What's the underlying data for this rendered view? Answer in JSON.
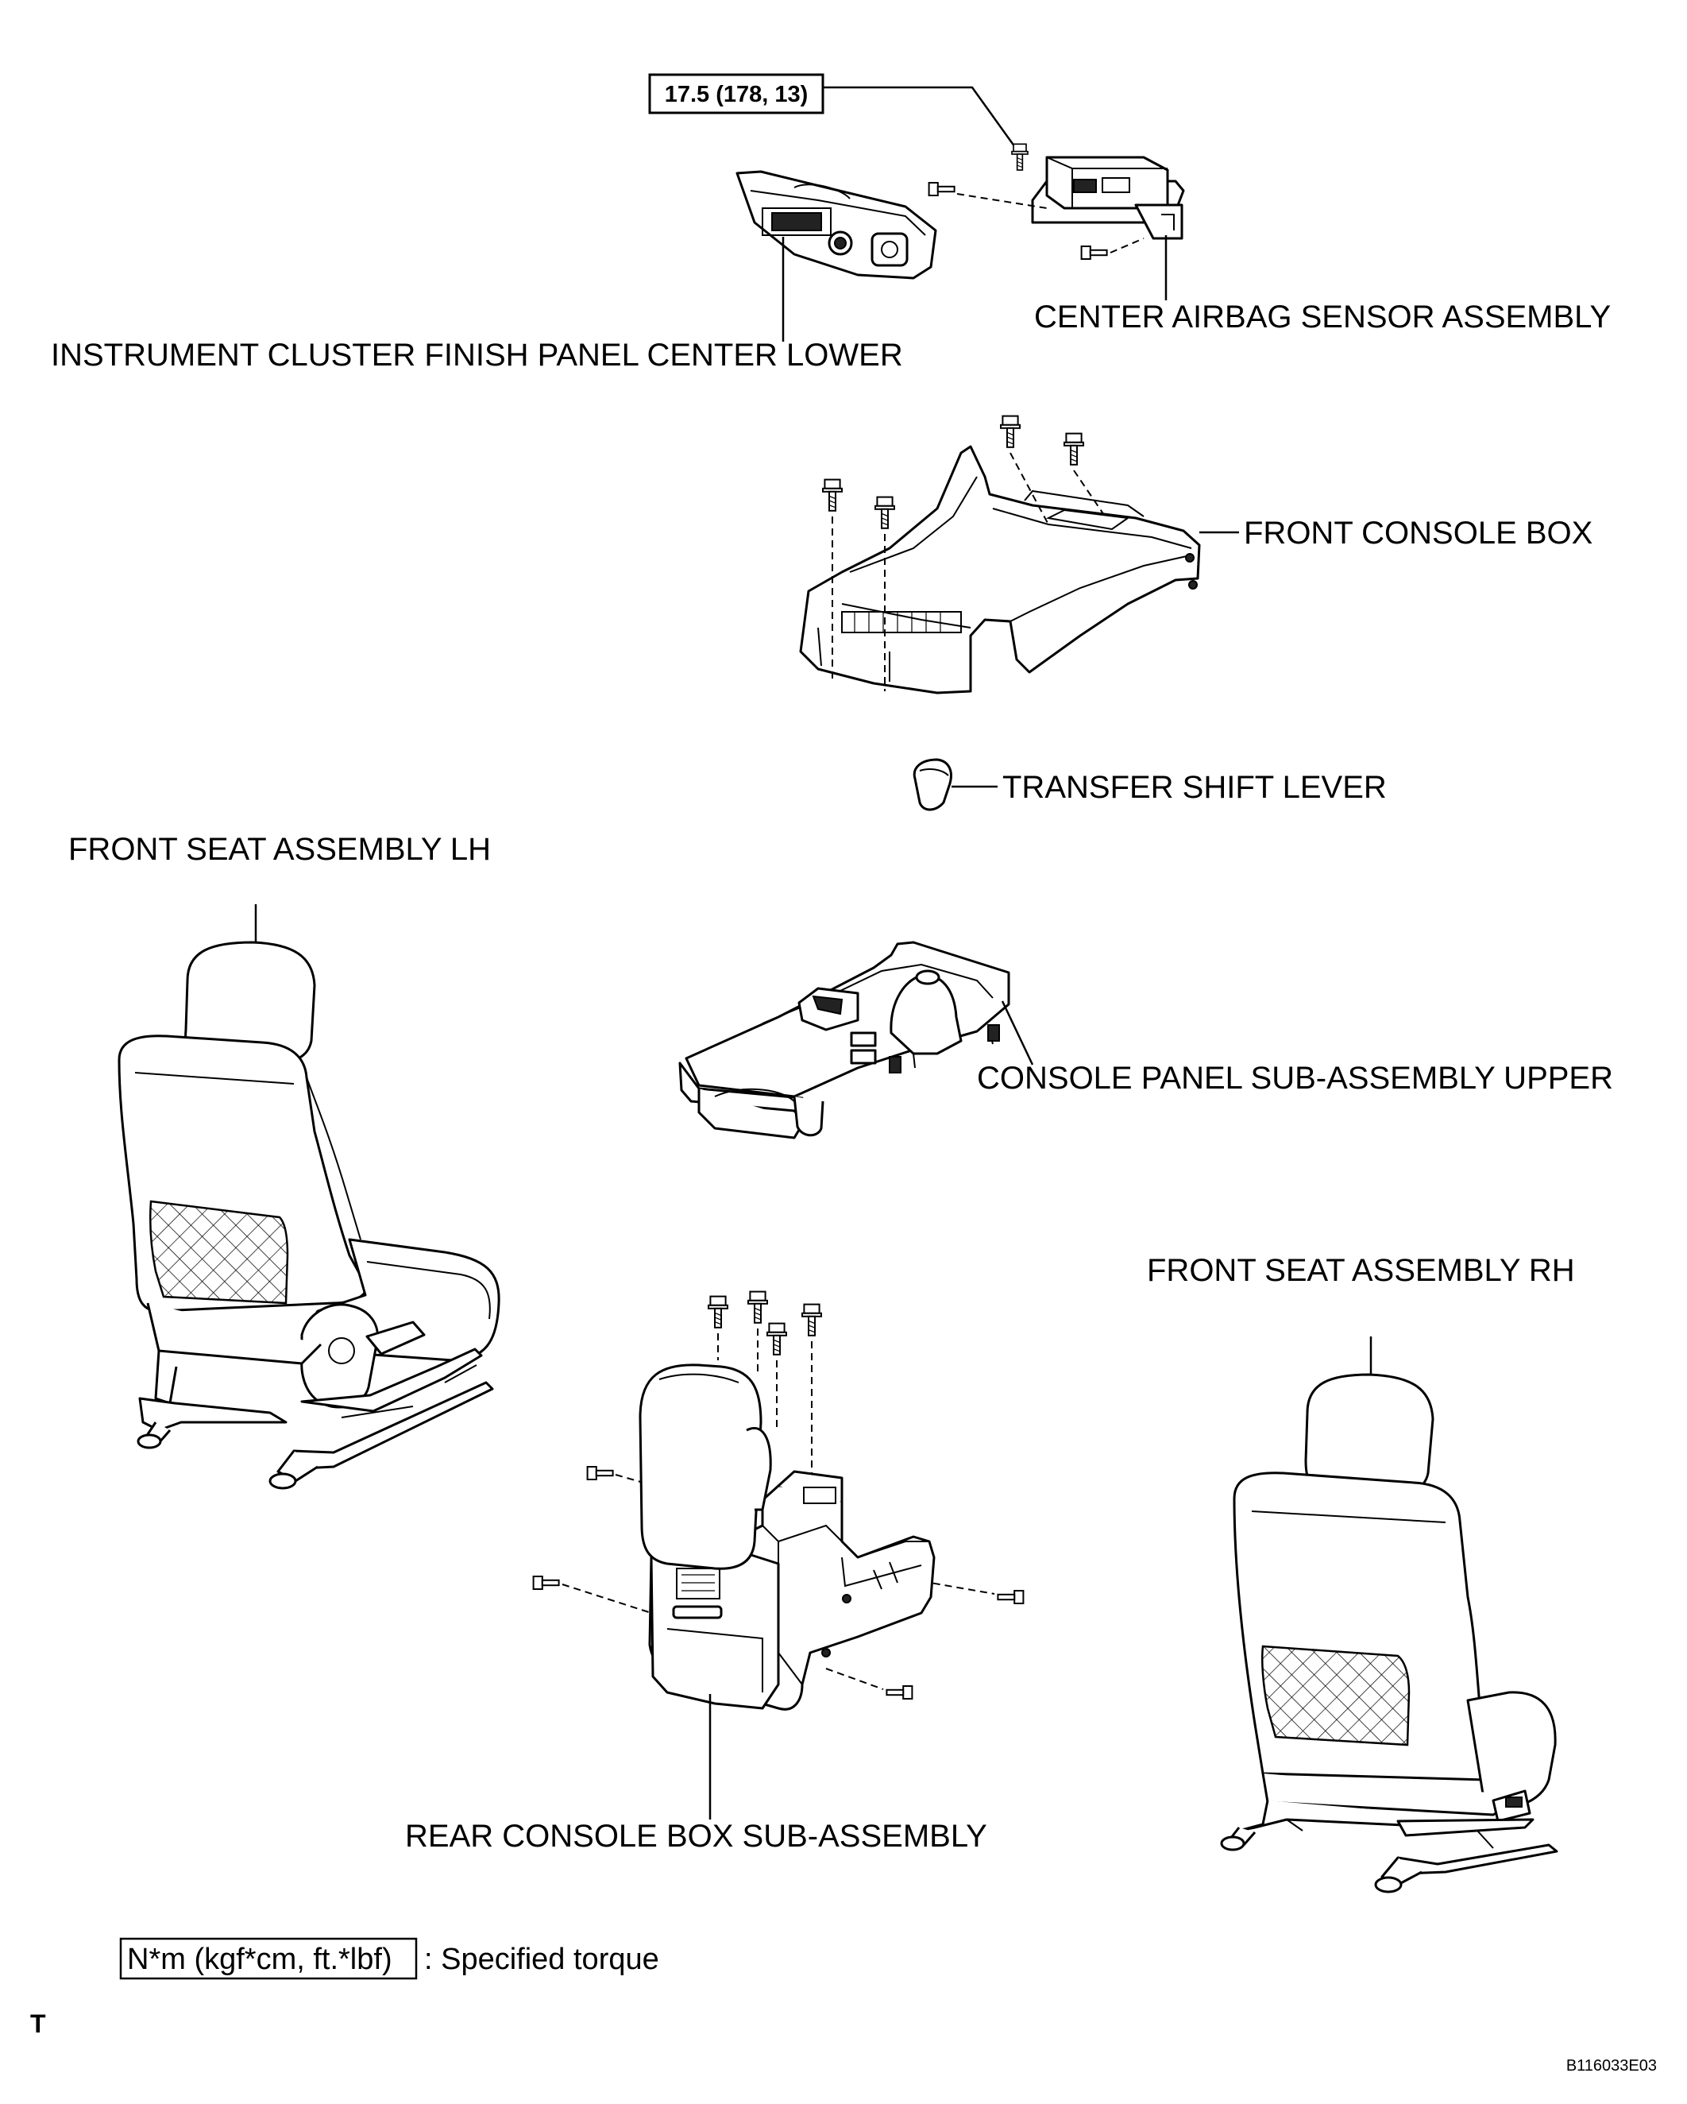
{
  "torque_callout": "17.5 (178, 13)",
  "labels": {
    "center_airbag_sensor": "CENTER AIRBAG SENSOR ASSEMBLY",
    "instrument_cluster_panel": "INSTRUMENT CLUSTER FINISH PANEL CENTER LOWER",
    "front_console_box": "FRONT CONSOLE BOX",
    "transfer_shift_lever": "TRANSFER SHIFT LEVER",
    "front_seat_lh": "FRONT SEAT ASSEMBLY LH",
    "console_panel_upper": "CONSOLE PANEL SUB-ASSEMBLY UPPER",
    "front_seat_rh": "FRONT SEAT ASSEMBLY RH",
    "rear_console_box": "REAR CONSOLE BOX SUB-ASSEMBLY"
  },
  "legend": {
    "unit": "N*m (kgf*cm, ft.*lbf)",
    "meaning": ": Specified torque"
  },
  "corner_mark": "T",
  "figure_code": "B116033E03"
}
